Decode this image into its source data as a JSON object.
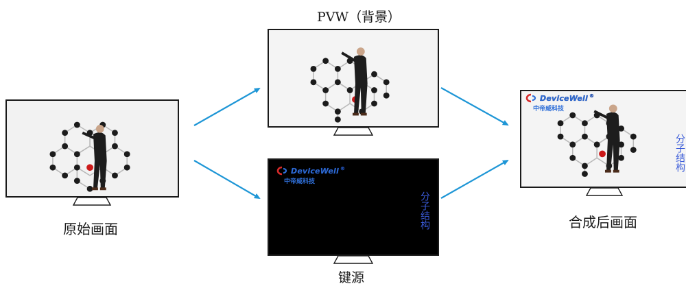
{
  "captions": {
    "original": "原始画面",
    "pvw": "PVW（背景）",
    "key": "键源",
    "composite": "合成后画面"
  },
  "logo": {
    "brand": "DeviceWell",
    "registered": "®",
    "cn_name": "中帝威科技"
  },
  "key_text": "分子结构",
  "colors": {
    "arrow": "#1e96d6",
    "frame": "#1a1a1a",
    "logo_blue": "#2f6fd8",
    "logo_red": "#d62a2a",
    "key_text": "#3a5bd9",
    "molecule_red": "#cc1a1a"
  }
}
